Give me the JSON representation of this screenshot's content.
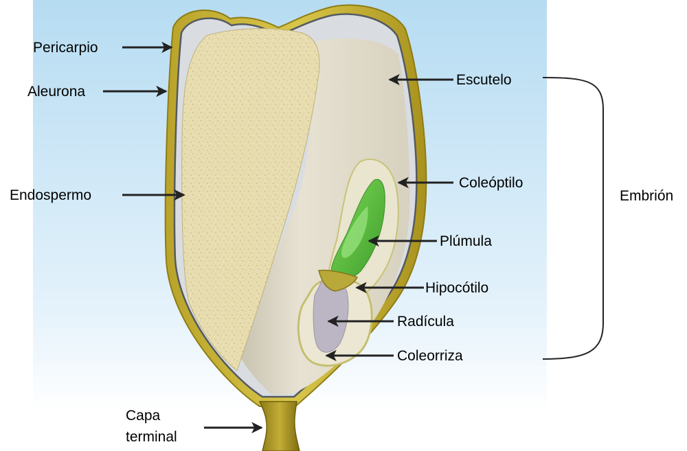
{
  "labels": {
    "pericarpio": "Pericarpio",
    "aleurona": "Aleurona",
    "endospermo": "Endospermo",
    "capa_line1": "Capa",
    "capa_line2": "terminal",
    "escutelo": "Escutelo",
    "coleoptilo": "Coleóptilo",
    "plumula": "Plúmula",
    "hipocotilo": "Hipocótilo",
    "radicula": "Radícula",
    "coleorriza": "Coleorriza",
    "embrion": "Embrión"
  },
  "colors": {
    "pericarp": "#c9b43a",
    "endosperm": "#e6dcae",
    "embryo": "#ece7d6",
    "plumule": "#5cc23f",
    "hypocotyl": "#b8a838",
    "sky_top": "#b3dcf2",
    "arrow": "#222222"
  }
}
